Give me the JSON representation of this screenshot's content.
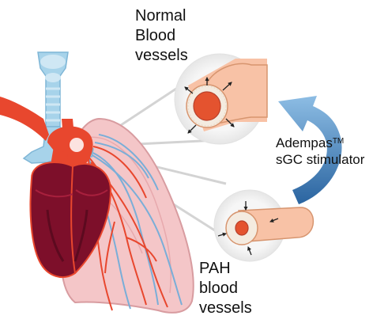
{
  "labels": {
    "normal": "Normal\nBlood\nvessels",
    "pah": "PAH\nblood\nvessels",
    "drug_name": "Adempas",
    "drug_mark": "TM",
    "drug_class": "sGC stimulator"
  },
  "colors": {
    "trachea": "#a7d3ea",
    "trachea_rings": "#cfe7f4",
    "artery": "#e8472e",
    "heart": "#7d0f2a",
    "heart_shadow": "#5c0a1f",
    "lung": "#f4c6c8",
    "lung_edge": "#d89ca0",
    "vessel_outer": "#f8c2a6",
    "vessel_wall": "#f4ebe0",
    "vessel_lumen": "#e4532f",
    "arrow_blue": "#2b6fa8",
    "arrow_blue_light": "#84b5de",
    "leader_line": "#c9c9c9",
    "circle_bg": "#f2f2f2"
  }
}
